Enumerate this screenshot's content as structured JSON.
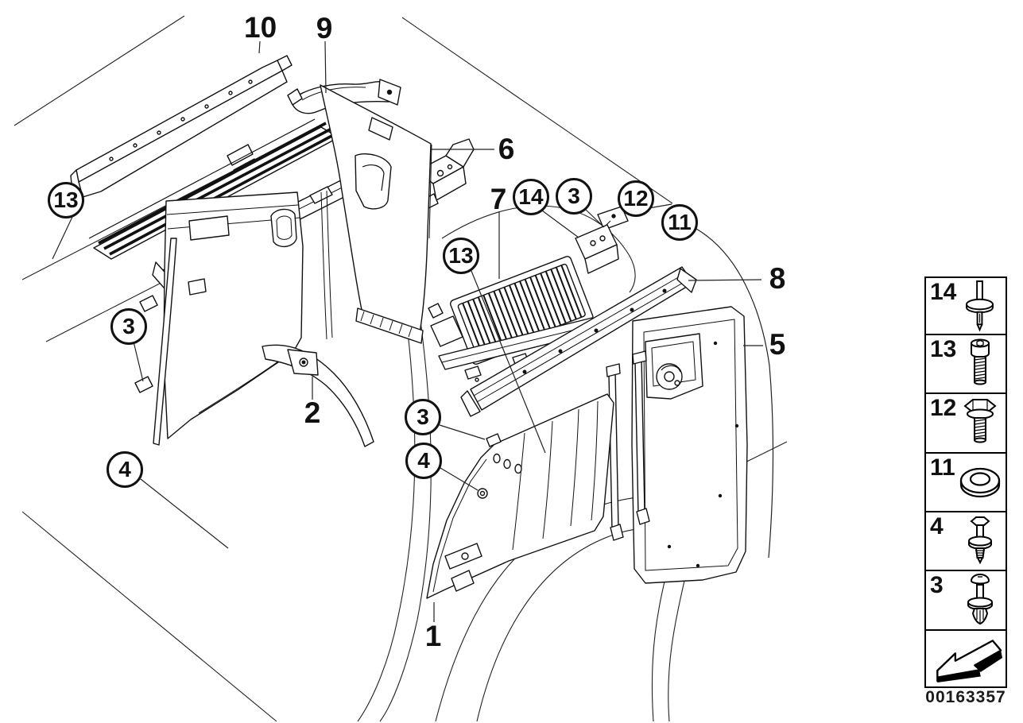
{
  "callouts": [
    {
      "label": "10",
      "circled": false
    },
    {
      "label": "9",
      "circled": false
    },
    {
      "label": "13",
      "circled": true
    },
    {
      "label": "3",
      "circled": true
    },
    {
      "label": "4",
      "circled": true
    },
    {
      "label": "6",
      "circled": false
    },
    {
      "label": "7",
      "circled": false
    },
    {
      "label": "13",
      "circled": true
    },
    {
      "label": "14",
      "circled": true
    },
    {
      "label": "3",
      "circled": true
    },
    {
      "label": "12",
      "circled": true
    },
    {
      "label": "11",
      "circled": true
    },
    {
      "label": "8",
      "circled": false
    },
    {
      "label": "5",
      "circled": false
    },
    {
      "label": "2",
      "circled": false
    },
    {
      "label": "3",
      "circled": true
    },
    {
      "label": "4",
      "circled": true
    },
    {
      "label": "1",
      "circled": false
    }
  ],
  "sidebar": {
    "items": [
      {
        "label": "14",
        "icon": "expansion-rivet-icon"
      },
      {
        "label": "13",
        "icon": "socket-head-screw-icon"
      },
      {
        "label": "12",
        "icon": "hex-flange-bolt-icon"
      },
      {
        "label": "11",
        "icon": "washer-icon"
      },
      {
        "label": "4",
        "icon": "expanding-rivet-screw-icon"
      },
      {
        "label": "3",
        "icon": "expanding-rivet-icon"
      }
    ],
    "footer_icon": "direction-arrow-icon"
  },
  "part_number": "00163357",
  "colors": {
    "line": "#111111",
    "background": "#ffffff"
  }
}
